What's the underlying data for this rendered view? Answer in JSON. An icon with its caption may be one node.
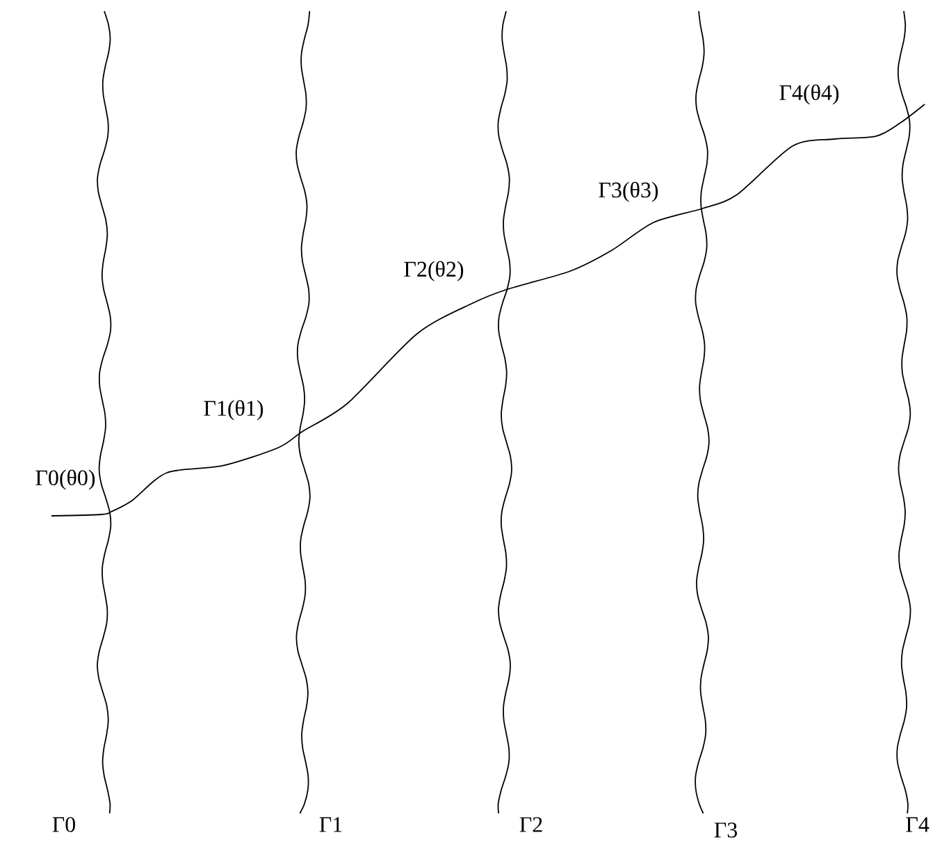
{
  "diagram": {
    "labels": [
      "Γ4(θ4)",
      "Γ3(θ3)",
      "Γ2(θ2)",
      "Γ1(θ1)",
      "Γ0(θ0)",
      "Γ0",
      "Γ1",
      "Γ2",
      "Γ3",
      "Γ4"
    ]
  }
}
